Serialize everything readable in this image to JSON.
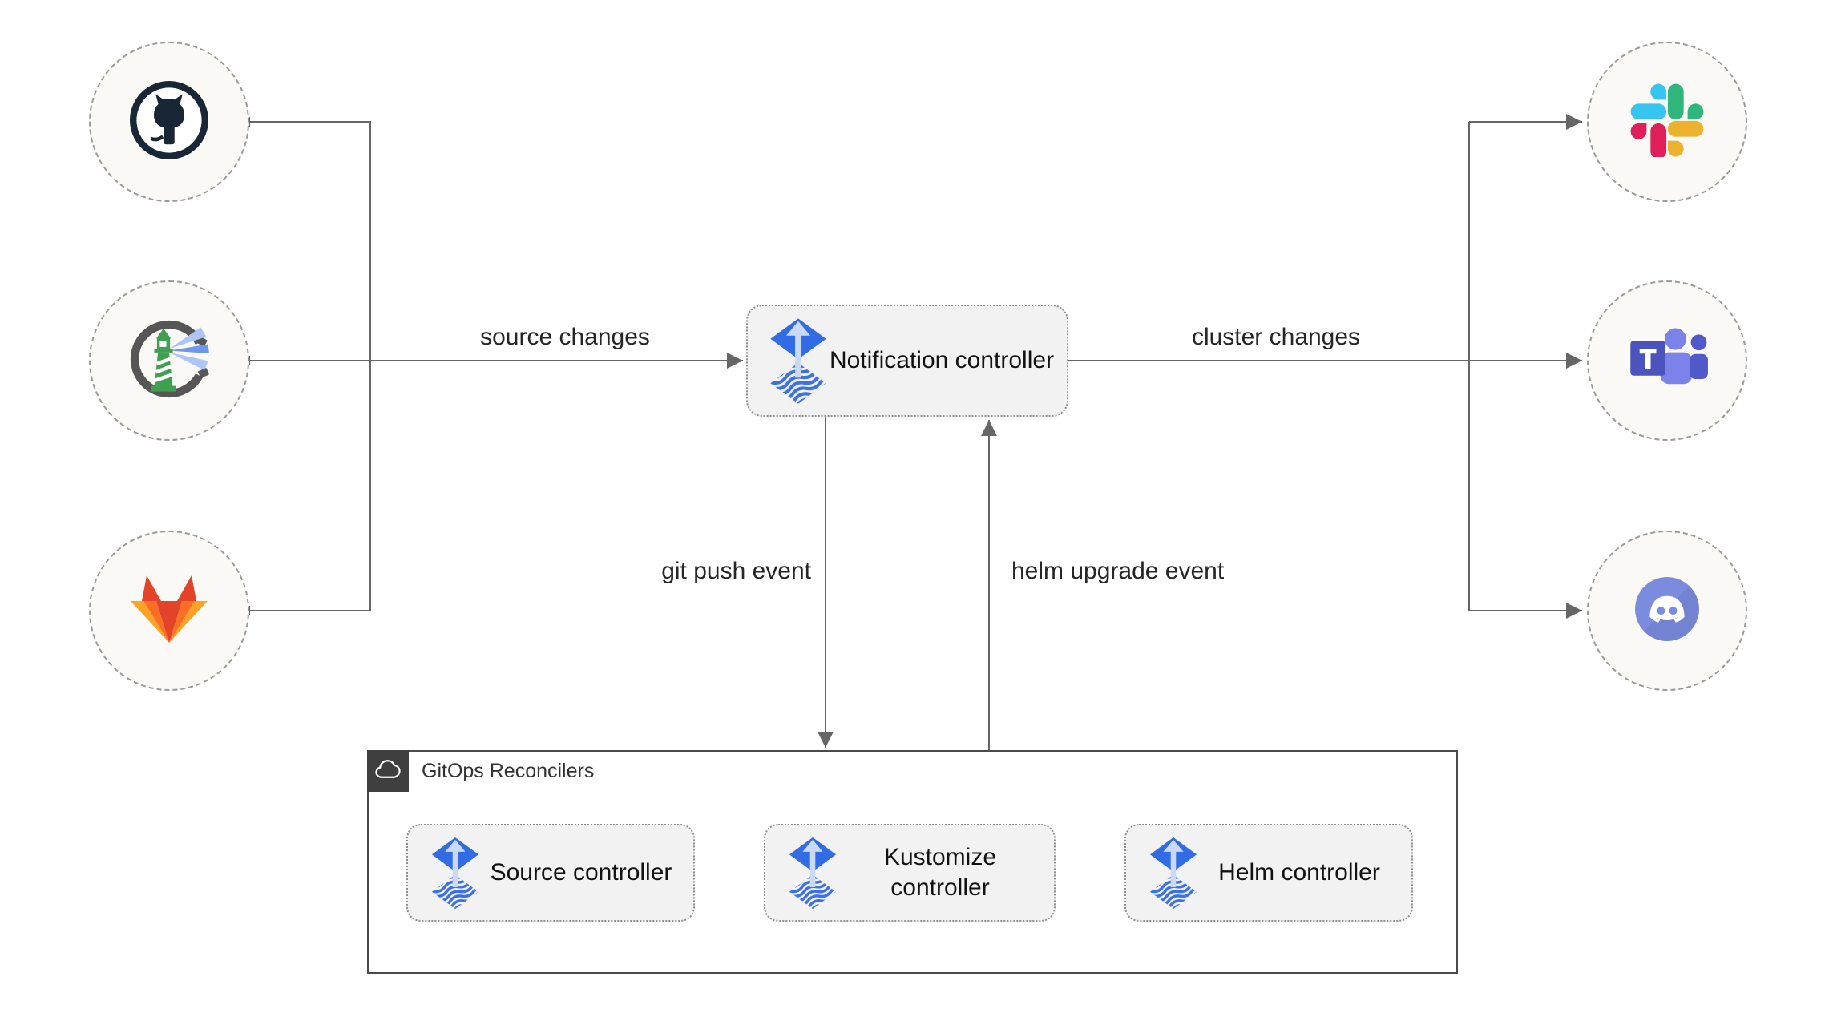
{
  "nodes": {
    "notification": {
      "label": "Notification controller"
    },
    "source": {
      "label": "Source controller"
    },
    "kustomize": {
      "label": "Kustomize controller"
    },
    "helm": {
      "label": "Helm controller"
    }
  },
  "edges": {
    "source_changes": "source changes",
    "cluster_changes": "cluster changes",
    "git_push_event": "git push event",
    "helm_upgrade_event": "helm upgrade event"
  },
  "reconcilers": {
    "title": "GitOps Reconcilers"
  },
  "sources": [
    {
      "icon": "github-icon"
    },
    {
      "icon": "harbor-icon"
    },
    {
      "icon": "gitlab-icon"
    }
  ],
  "targets": [
    {
      "icon": "slack-icon"
    },
    {
      "icon": "microsoft-teams-icon"
    },
    {
      "icon": "discord-icon"
    }
  ],
  "icons": {
    "controller_logo": "flux-icon",
    "reconcilers_badge": "cloud-icon"
  },
  "colors": {
    "flux_blue": "#316ce4",
    "flux_stripe": "#3e72e3",
    "flux_arrow_light": "#c9d9f6",
    "connector_line": "#666666",
    "box_bg": "#f2f2f3",
    "box_border": "#8f8f8f",
    "circle_bg": "#faf9f6",
    "circle_border": "#9a9a9a",
    "container_border": "#4a4a4a",
    "badge_bg": "#3f3f3f",
    "github": "#182635",
    "harbor_green": "#3fa051",
    "harbor_ring": "#565656",
    "gitlab": [
      "#e24329",
      "#fc6d26",
      "#fca326"
    ],
    "slack": [
      "#36c5f0",
      "#2eb67d",
      "#e01e5a",
      "#ecb22e"
    ],
    "teams": [
      "#4b53bc",
      "#7b83eb",
      "#5059c9"
    ],
    "discord": "#7b8bdd"
  }
}
